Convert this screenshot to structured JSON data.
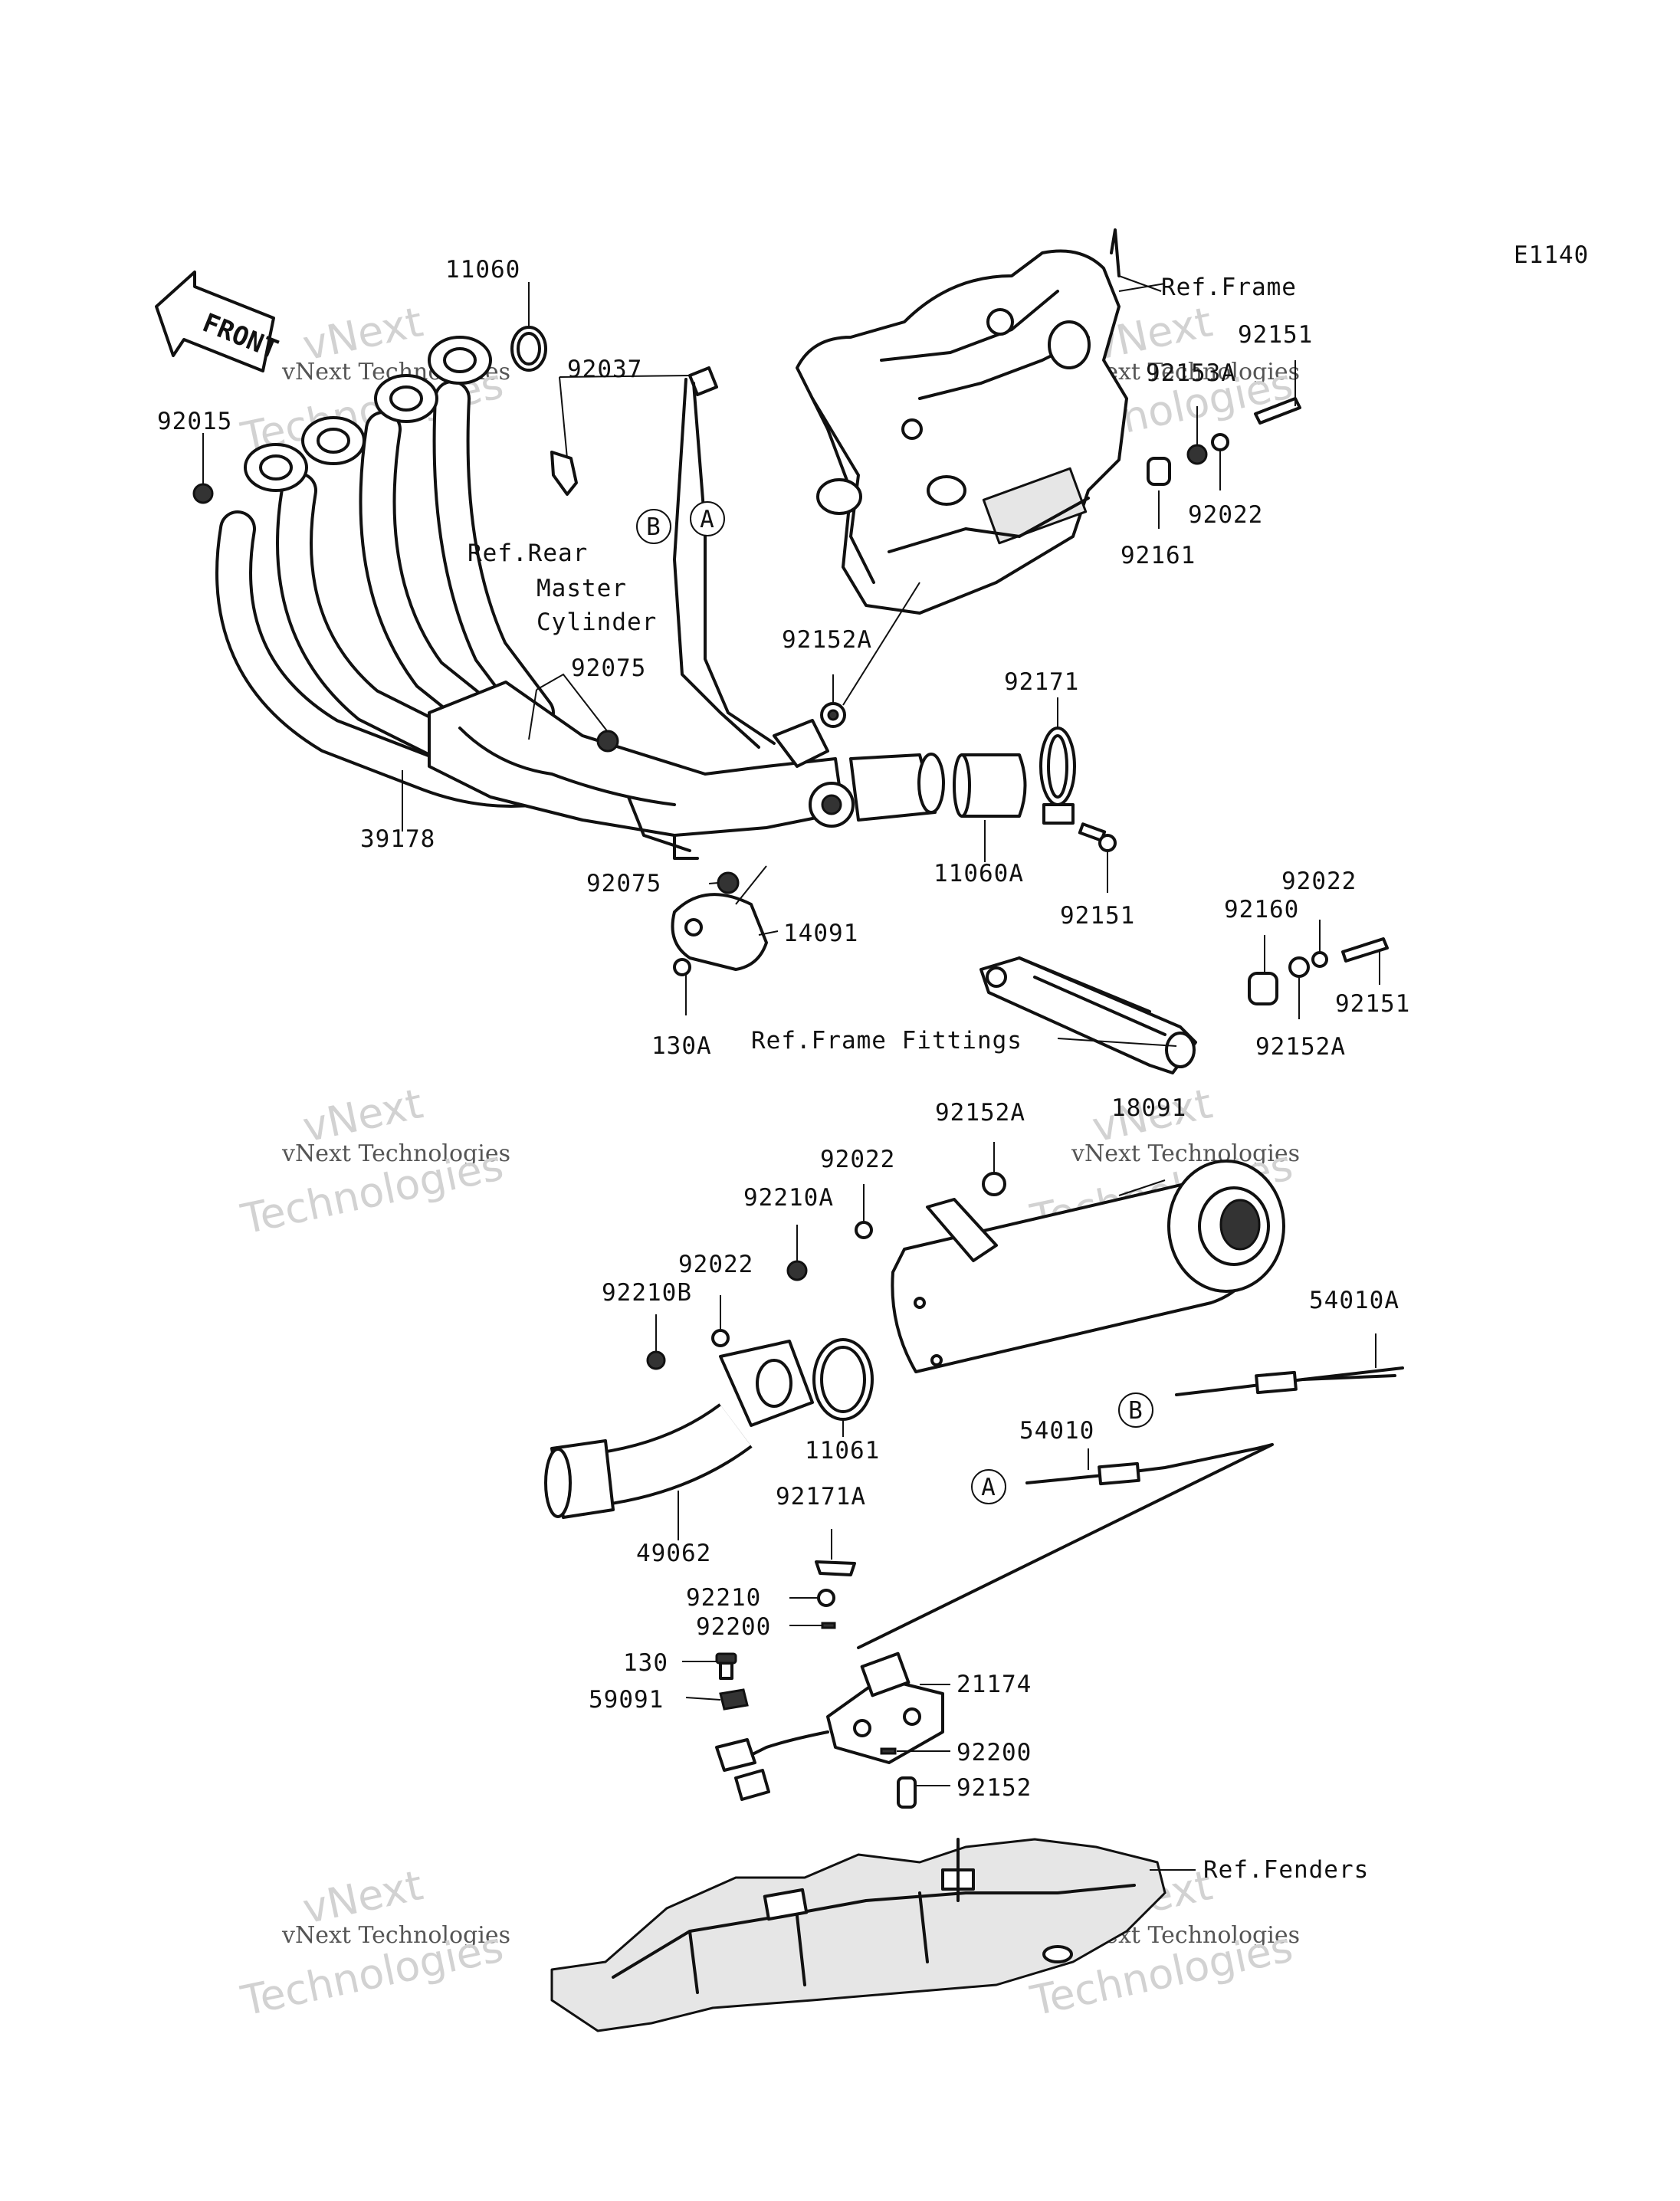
{
  "diagram": {
    "ref_code": "E1140",
    "front_label": "FRONT",
    "part_labels": {
      "p11060": "11060",
      "p92037": "92037",
      "p92015": "92015",
      "refRear1": "Ref.Rear",
      "refRear2": "Master",
      "refRear3": "Cylinder",
      "p92075a": "92075",
      "p39178": "39178",
      "p92075b": "92075",
      "p14091": "14091",
      "p130A": "130A",
      "p92152Aa": "92152A",
      "p92171": "92171",
      "p11060A": "11060A",
      "p92151a": "92151",
      "refFrame": "Ref.Frame",
      "p92151b": "92151",
      "p92153A": "92153A",
      "p92022a": "92022",
      "p92161": "92161",
      "p92022b": "92022",
      "p92160": "92160",
      "p92151c": "92151",
      "p92152Ab": "92152A",
      "refFrameFittings": "Ref.Frame Fittings",
      "p18091": "18091",
      "p92152Ac": "92152A",
      "p92022c": "92022",
      "p92210A": "92210A",
      "p92022d": "92022",
      "p92210B": "92210B",
      "p11061": "11061",
      "p49062": "49062",
      "p54010A": "54010A",
      "p54010": "54010",
      "p92171A": "92171A",
      "p92210": "92210",
      "p92200a": "92200",
      "p130": "130",
      "p59091": "59091",
      "p21174": "21174",
      "p92200b": "92200",
      "p92152": "92152",
      "refFenders": "Ref.Fenders"
    },
    "callouts": {
      "A_top": "A",
      "B_top": "B",
      "A_bottom": "A",
      "B_bottom": "B"
    },
    "watermarks": {
      "wm_a1": "vNext",
      "wm_a2": "vNext Technologies",
      "wm_a3": "Technologies",
      "wm_b1": "vNext",
      "wm_b2": "vNext Technologies",
      "wm_b3": "Technologies",
      "wm_c1": "vNext",
      "wm_c2": "vNext Technologies",
      "wm_c3": "Technologies",
      "wm_d1": "vNext",
      "wm_d2": "vNext Technologies",
      "wm_d3": "Technologies",
      "wm_e1": "vNext",
      "wm_e2": "vNext Technologies",
      "wm_e3": "Technologies",
      "wm_f1": "vNext",
      "wm_f2": "vNext Technologies",
      "wm_f3": "Technologies"
    }
  }
}
